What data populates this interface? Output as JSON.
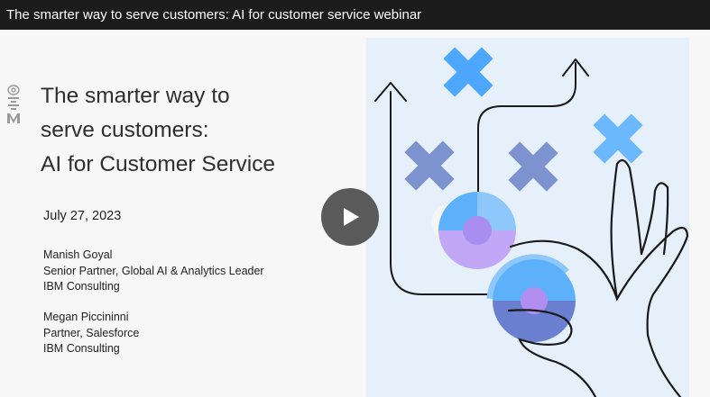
{
  "window": {
    "title": "The smarter way to serve customers: AI for customer service webinar"
  },
  "slide": {
    "headline_lines": [
      "The smarter way to",
      "serve customers:",
      "AI for Customer Service"
    ],
    "date": "July 27, 2023",
    "speakers": [
      {
        "name": "Manish Goyal",
        "role": "Senior Partner, Global AI & Analytics Leader",
        "org": "IBM Consulting"
      },
      {
        "name": "Megan Piccininni",
        "role": "Partner, Salesforce",
        "org": "IBM Consulting"
      }
    ]
  },
  "player": {
    "play_icon": "play-icon"
  },
  "colors": {
    "title_bar": "#1c1c1c",
    "art_background": "#e6f0fb",
    "cross_bright": "#4da6ff",
    "cross_muted": "#7d93cf",
    "purple": "#b79af0",
    "play_button": "#5a5a5a"
  }
}
